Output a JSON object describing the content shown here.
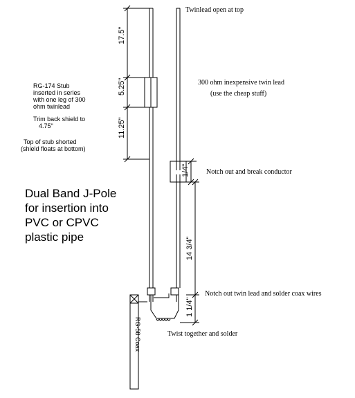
{
  "labels": {
    "twinlead_open": "Twinlead open at top",
    "twinlead_300": "300 ohm inexpensive twin lead",
    "cheap_stuff": "(use the cheap stuff)",
    "stub_note": [
      "RG-174 Stub",
      "inserted in series",
      "with one leg of 300",
      "ohm twinlead"
    ],
    "trim_note": [
      "Trim back shield to",
      "4.75\""
    ],
    "top_stub_note": [
      "Top of stub shorted",
      "(shield floats at bottom)"
    ],
    "notch_break": "Notch out and break conductor",
    "notch_solder": "Notch out twin lead and solder coax wires",
    "twist": "Twist together and solder",
    "coax": "RG-58 Coax",
    "title": [
      "Dual Band J-Pole",
      "for insertion into",
      "PVC or CPVC",
      "plastic pipe"
    ]
  },
  "dimensions": {
    "d1": "17.5\"",
    "d2": "5.25\"",
    "d3": "11.25\"",
    "d4": "1/4\"",
    "d5": "14 3/4\"",
    "d6": "1 1/4\""
  }
}
